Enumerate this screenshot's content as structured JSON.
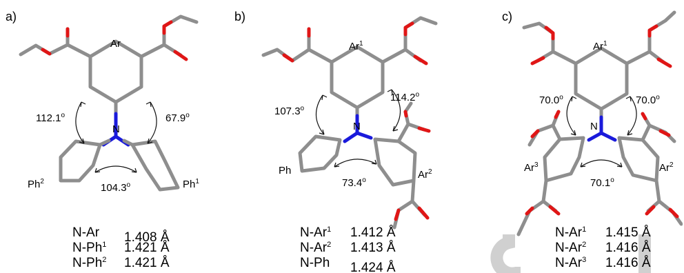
{
  "panels": [
    {
      "label": "a)",
      "rings": {
        "top": "Ar",
        "right": "Ph",
        "right_sup": "1",
        "left": "Ph",
        "left_sup": "2"
      },
      "nitrogen": "N",
      "angles": {
        "left": "112.1",
        "right": "67.9",
        "bottom": "104.3"
      },
      "degree_symbol": "o",
      "bonds": [
        {
          "name": "N-Ar",
          "sup": "",
          "value": "1.408 Å"
        },
        {
          "name": "N-Ph",
          "sup": "1",
          "value": "1.421 Å"
        },
        {
          "name": "N-Ph",
          "sup": "2",
          "value": "1.421 Å"
        }
      ]
    },
    {
      "label": "b)",
      "rings": {
        "top": "Ar",
        "top_sup": "1",
        "left": "Ph",
        "right": "Ar",
        "right_sup": "2"
      },
      "nitrogen": "N",
      "angles": {
        "left": "107.3",
        "right": "114.2",
        "bottom": "73.4"
      },
      "degree_symbol": "o",
      "bonds": [
        {
          "name": "N-Ar",
          "sup": "1",
          "value": "1.412 Å"
        },
        {
          "name": "N-Ar",
          "sup": "2",
          "value": "1.413 Å"
        },
        {
          "name": "N-Ph",
          "sup": "",
          "value": "1.424 Å"
        }
      ]
    },
    {
      "label": "c)",
      "rings": {
        "top": "Ar",
        "top_sup": "1",
        "left": "Ar",
        "left_sup": "3",
        "right": "Ar",
        "right_sup": "2"
      },
      "nitrogen": "N",
      "angles": {
        "left": "70.0",
        "right": "70.0",
        "bottom": "70.1"
      },
      "degree_symbol": "o",
      "bonds": [
        {
          "name": "N-Ar",
          "sup": "1",
          "value": "1.415 Å"
        },
        {
          "name": "N-Ar",
          "sup": "2",
          "value": "1.416 Å"
        },
        {
          "name": "N-Ar",
          "sup": "3",
          "value": "1.416 Å"
        }
      ]
    }
  ],
  "colors": {
    "carbon": "#8e8e8e",
    "oxygen": "#e01616",
    "nitrogen": "#1a1adb",
    "watermark": "#d0d0d0"
  }
}
